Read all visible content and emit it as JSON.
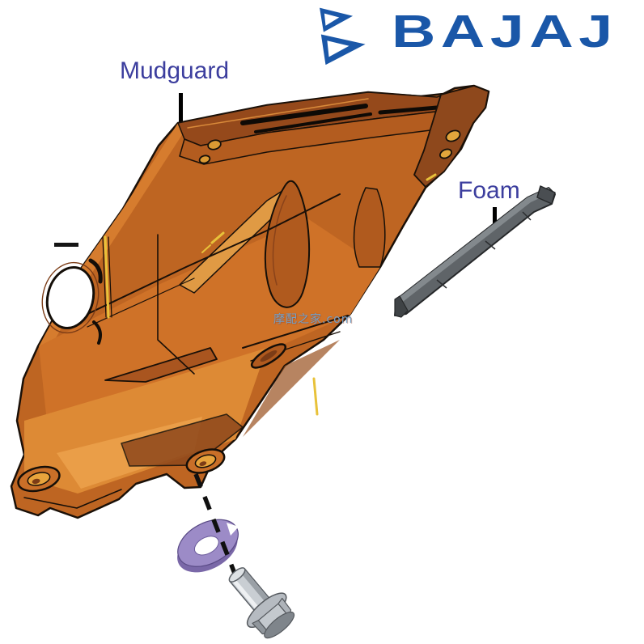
{
  "brand": {
    "logo_text": "BAJAJ",
    "logo_color": "#1a57a8",
    "emblem": "bajaj-flying-b"
  },
  "labels": {
    "mudguard": "Mudguard",
    "foam": "Foam",
    "label_color": "#3c3e9e",
    "pointer_color": "#000000"
  },
  "watermark": {
    "text": "摩配之家.com"
  },
  "parts": {
    "mudguard": {
      "name": "Mudguard",
      "body_color": "#be6522",
      "shade_color": "#95491b",
      "highlight_color": "#e8a43c"
    },
    "foam": {
      "name": "Foam",
      "body_color": "#5f6468",
      "top_color": "#83898d"
    },
    "washer": {
      "name": "Washer",
      "body_color": "#9c8bc7",
      "edge_color": "#7a68a8"
    },
    "bolt": {
      "name": "Flange bolt",
      "body_color": "#c9ced3",
      "shade_color": "#9aa0a6"
    }
  }
}
